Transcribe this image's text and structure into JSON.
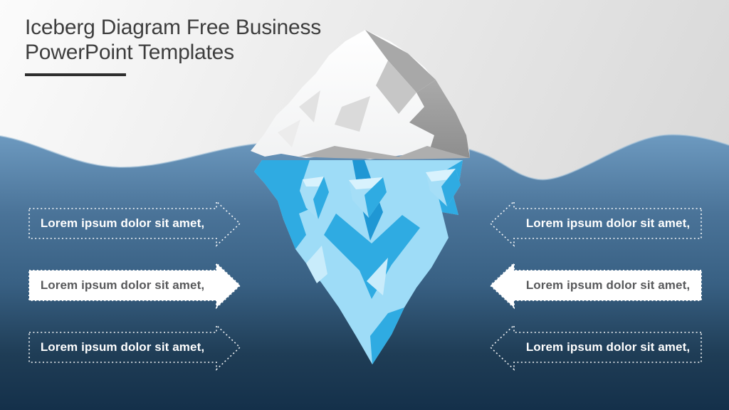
{
  "title": {
    "line1": "Iceberg Diagram Free Business",
    "line2": "PowerPoint Templates",
    "full": "Iceberg Diagram Free Business PowerPoint Templates"
  },
  "callouts": {
    "left": [
      {
        "label": "Lorem ipsum dolor sit amet,",
        "style": "dotted-outline",
        "direction": "right"
      },
      {
        "label": "Lorem ipsum dolor sit amet,",
        "style": "solid-white",
        "direction": "right"
      },
      {
        "label": "Lorem ipsum dolor sit amet,",
        "style": "dotted-outline",
        "direction": "right"
      }
    ],
    "right": [
      {
        "label": "Lorem ipsum dolor sit amet,",
        "style": "dotted-outline",
        "direction": "left"
      },
      {
        "label": "Lorem ipsum dolor sit amet,",
        "style": "solid-white",
        "direction": "left"
      },
      {
        "label": "Lorem ipsum dolor sit amet,",
        "style": "dotted-outline",
        "direction": "left"
      }
    ]
  },
  "illustration": {
    "name": "iceberg",
    "above_water_color": "#ffffff",
    "above_water_shadow": "#9e9e9e",
    "below_water_color": "#9edcf7",
    "below_water_accent": "#29abe2"
  },
  "colors": {
    "sky_top": "#fbfbfb",
    "sky_bottom": "#d3d3d3",
    "water_surface": "#6f9cc2",
    "water_deep": "#14304a",
    "title_text": "#3e3e3e",
    "arrow_solid_text": "#58595b",
    "arrow_dotted_text": "#ffffff"
  }
}
